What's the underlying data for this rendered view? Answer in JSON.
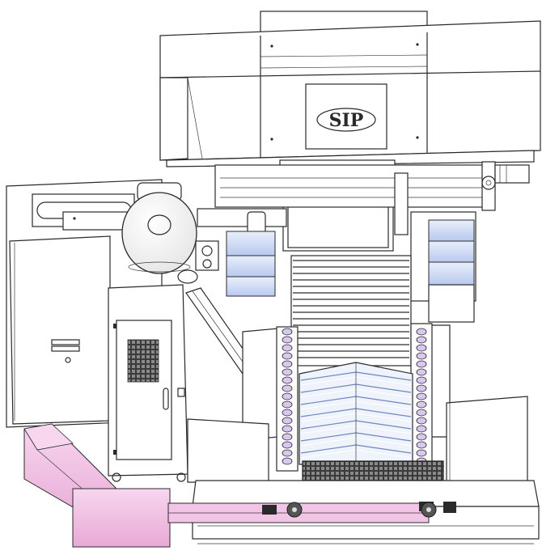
{
  "figure": {
    "logo": {
      "text": "SIP"
    },
    "colors": {
      "line": "#2a2a2a",
      "cover_blue": "#c9d6f2",
      "chip_pink": "#f2c4e6",
      "dark_bed": "#2c2c2c"
    },
    "groups": [
      {
        "name": "column-head",
        "label": ""
      },
      {
        "name": "control-cabinet",
        "label": ""
      },
      {
        "name": "electrical-cabinet",
        "label": ""
      },
      {
        "name": "coolant-tank",
        "label": ""
      },
      {
        "name": "telescopic-cover",
        "label": ""
      },
      {
        "name": "bellows-cover",
        "label": ""
      },
      {
        "name": "worktable",
        "label": ""
      },
      {
        "name": "chip-conveyor",
        "label": ""
      },
      {
        "name": "cable-chain-left",
        "label": ""
      },
      {
        "name": "cable-chain-right",
        "label": ""
      },
      {
        "name": "servo-motor",
        "label": ""
      },
      {
        "name": "base",
        "label": ""
      }
    ]
  }
}
